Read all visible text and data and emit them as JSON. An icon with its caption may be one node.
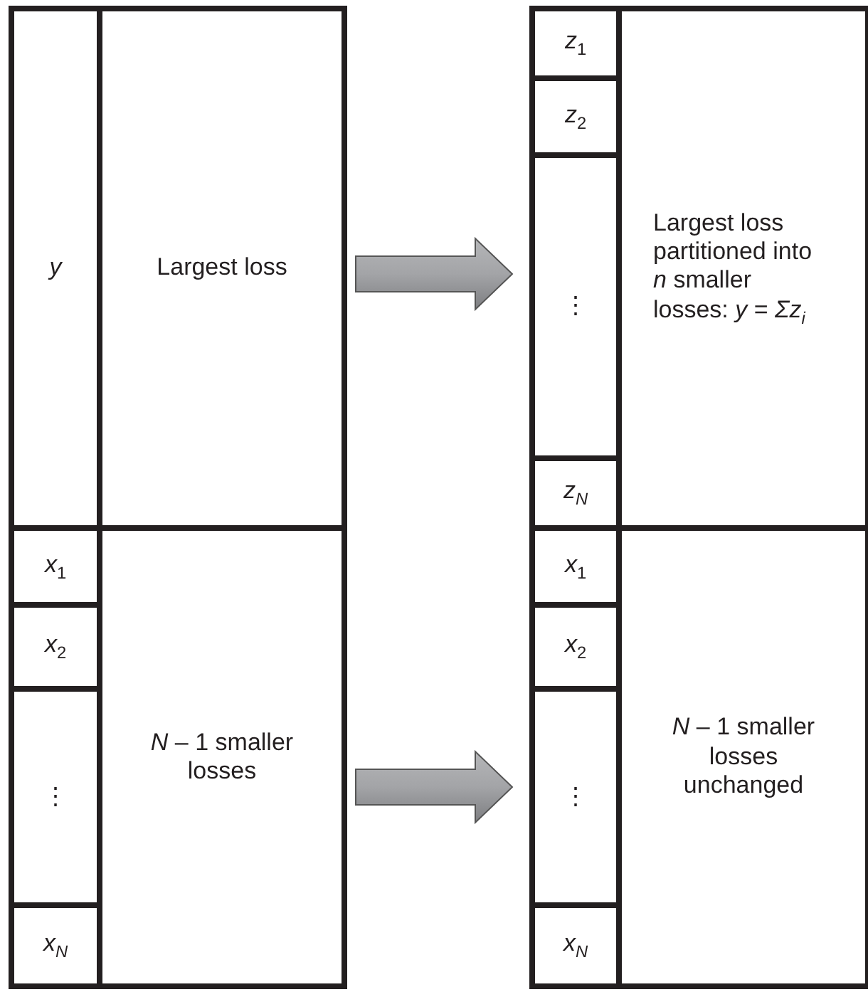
{
  "diagram": {
    "nodes": [
      {
        "text": [
          "y"
        ]
      },
      {
        "text": [
          "Largest loss"
        ]
      },
      {
        "text": [
          "*z*$_{1}$"
        ]
      },
      {
        "text": [
          "*z*$_{2}$"
        ]
      },
      {
        "text": [
          "⋮"
        ]
      },
      {
        "text": [
          "z$_{N}$"
        ]
      },
      {
        "text": [
          "Largest loss partitioned into *n* smaller losses: *y* = *Σz*$_{i}$"
        ]
      },
      {
        "text": [
          "*x*$_{1}$"
        ]
      },
      {
        "text": [
          "*x*$_{2}$"
        ]
      },
      {
        "text": [
          "⋮"
        ]
      },
      {
        "text": [
          "x$_{N}$"
        ]
      },
      {
        "text": [
          "*N* – 1 smaller losses"
        ]
      },
      {
        "text": [
          "*x*$_{1}$"
        ]
      },
      {
        "text": [
          "*x*$_{2}$"
        ]
      },
      {
        "text": [
          "⋮"
        ]
      },
      {
        "text": [
          "x$_{N}$"
        ]
      },
      {
        "text": [
          "*N* – 1 smaller losses unchanged"
        ]
      }
    ],
    "edges": [
      {
        "from": 1,
        "to": 4,
        "arrow": "to"
      },
      {
        "from": 11,
        "to": 14,
        "arrow": "to"
      }
    ]
  }
}
